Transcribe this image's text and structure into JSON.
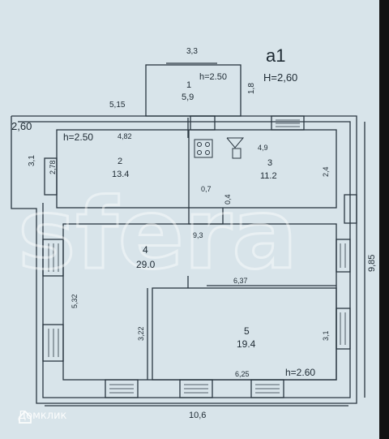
{
  "plan": {
    "title": "a1",
    "height_main": "H=2,60",
    "edge_height": "2,60",
    "dims": {
      "top_porch": "3,3",
      "porch_side": "1,8",
      "left_wall_top": "5,15",
      "left_side": "3,1",
      "room2_top": "4,82",
      "room2_side": "2,78",
      "room3_top": "4,9",
      "room3_side": "2,4",
      "corridor_w": "0,7",
      "corridor_h": "0,4",
      "room4_top": "9,3",
      "room4_side": "5,32",
      "room5_top": "6,37",
      "room5_side_l": "3,22",
      "room5_side_r": "3,1",
      "room5_bottom": "6,25",
      "total_height": "9,85",
      "total_width": "10,6"
    },
    "rooms": [
      {
        "num": "1",
        "area": "5,9",
        "height": "h=2.50"
      },
      {
        "num": "2",
        "area": "13.4",
        "height": "h=2.50"
      },
      {
        "num": "3",
        "area": "11.2"
      },
      {
        "num": "4",
        "area": "29.0"
      },
      {
        "num": "5",
        "area": "19.4",
        "height": "h=2.60"
      }
    ]
  },
  "watermark": "sfera",
  "brand": "Домклик"
}
